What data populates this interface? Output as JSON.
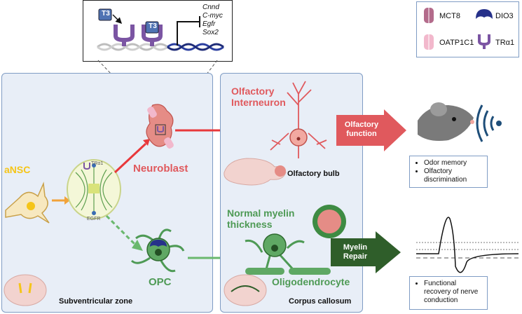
{
  "callout": {
    "t3_label_1": "T3",
    "t3_label_2": "T3",
    "genes": [
      "Cnnd",
      "C-myc",
      "Egfr",
      "Sox2"
    ]
  },
  "legend": {
    "items": [
      {
        "label": "MCT8",
        "icon": "mct8-transporter-icon"
      },
      {
        "label": "DIO3",
        "icon": "dio3-enzyme-icon"
      },
      {
        "label": "OATP1C1",
        "icon": "oatp1c1-transporter-icon"
      },
      {
        "label": "TRα1",
        "icon": "tra1-receptor-icon"
      }
    ]
  },
  "left_panel": {
    "ansc_label": "aNSC",
    "cell_tra1_label": "TRα1",
    "cell_egfr_label": "EGFR",
    "neuroblast_label": "Neuroblast",
    "opc_label": "OPC",
    "region_label": "Subventricular zone"
  },
  "middle_panel": {
    "interneuron_label": "Olfactory Interneuron",
    "bulb_label": "Olfactory bulb",
    "myelin_label": "Normal myelin thickness",
    "oligo_label": "Oligodendrocyte",
    "region_label": "Corpus callosum"
  },
  "right": {
    "olfactory_arrow_label": "Olfactory function",
    "olfactory_outcomes": [
      "Odor memory",
      "Olfactory discrimination"
    ],
    "myelin_arrow_label": "Myelin Repair",
    "myelin_outcomes": [
      "Functional recovery of nerve conduction"
    ]
  },
  "colors": {
    "panel_bg": "#e8eef7",
    "panel_border": "#7f9cc4",
    "red": "#e0595d",
    "green": "#4e9a55",
    "dark_green": "#2f5e2a",
    "tra1_purple": "#7b55a3",
    "t3_blue": "#4f73b3",
    "ansc_yellow": "#f5c518"
  }
}
